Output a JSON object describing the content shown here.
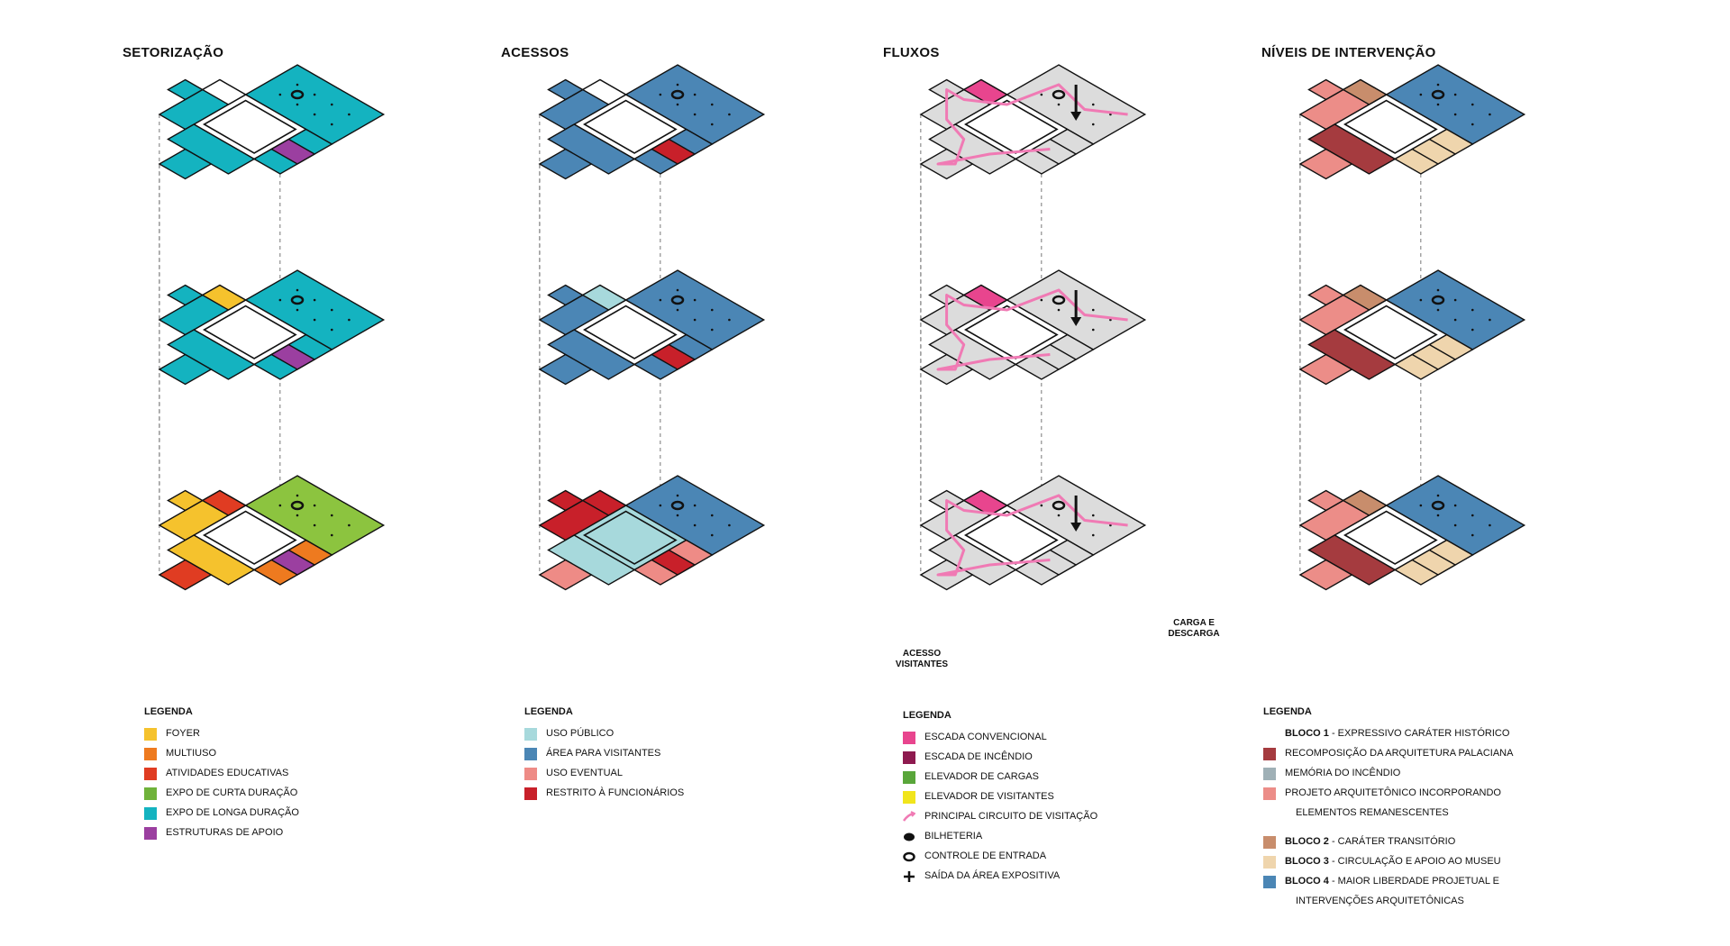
{
  "columns": [
    {
      "id": "setorizacao",
      "title": "SETORIZAÇÃO",
      "legend_title": "LEGENDA",
      "legend": [
        {
          "label": "FOYER",
          "color": "#f5c22d"
        },
        {
          "label": "MULTIUSO",
          "color": "#ee7a1f"
        },
        {
          "label": "ATIVIDADES EDUCATIVAS",
          "color": "#e03c22"
        },
        {
          "label": "EXPO DE CURTA DURAÇÃO",
          "color": "#6fb23a"
        },
        {
          "label": "EXPO DE LONGA DURAÇÃO",
          "color": "#14b3c0"
        },
        {
          "label": "ESTRUTURAS DE APOIO",
          "color": "#9b3fa0"
        }
      ]
    },
    {
      "id": "acessos",
      "title": "ACESSOS",
      "legend_title": "LEGENDA",
      "legend": [
        {
          "label": "USO PÚBLICO",
          "color": "#a7d9dc"
        },
        {
          "label": "ÁREA PARA VISITANTES",
          "color": "#4b86b5"
        },
        {
          "label": "USO EVENTUAL",
          "color": "#ee8b86"
        },
        {
          "label": "RESTRITO À FUNCIONÁRIOS",
          "color": "#c8202a"
        }
      ]
    },
    {
      "id": "fluxos",
      "title": "FLUXOS",
      "legend_title": "LEGENDA",
      "legend": [
        {
          "label": "ESCADA CONVENCIONAL",
          "color": "#e8458e",
          "icon": "square"
        },
        {
          "label": "ESCADA DE INCÊNDIO",
          "color": "#8e1a4f",
          "icon": "square"
        },
        {
          "label": "ELEVADOR DE CARGAS",
          "color": "#59a63a",
          "icon": "square"
        },
        {
          "label": "ELEVADOR DE VISITANTES",
          "color": "#f1e51c",
          "icon": "square"
        },
        {
          "label": "PRINCIPAL CIRCUITO DE VISITAÇÃO",
          "color": "#f07ab4",
          "icon": "path-arrow-icon"
        },
        {
          "label": "BILHETERIA",
          "color": "#111111",
          "icon": "ticket-dot-icon"
        },
        {
          "label": "CONTROLE DE ENTRADA",
          "color": "#111111",
          "icon": "entry-ring-icon"
        },
        {
          "label": "SAÍDA DA ÁREA EXPOSITIVA",
          "color": "#111111",
          "icon": "exit-cross-icon"
        }
      ],
      "callouts": {
        "acesso": "ACESSO\nVISITANTES",
        "carga": "CARGA E\nDESCARGA"
      }
    },
    {
      "id": "niveis",
      "title": "NÍVEIS DE INTERVENÇÃO",
      "legend_title": "LEGENDA",
      "legend": [
        {
          "bold": "BLOCO 1",
          "label": " - EXPRESSIVO CARÁTER HISTÓRICO",
          "color": null
        },
        {
          "label": "RECOMPOSIÇÃO DA ARQUITETURA PALACIANA",
          "color": "#a53b3f"
        },
        {
          "label": "MEMÓRIA DO INCÊNDIO",
          "color": "#9fb0b6"
        },
        {
          "label": "PROJETO ARQUITETÔNICO INCORPORANDO",
          "color": "#ec8d88"
        },
        {
          "label": "ELEMENTOS REMANESCENTES",
          "color": null,
          "indent": true
        },
        {
          "spacer": true
        },
        {
          "bold": "BLOCO 2",
          "label": " - CARÁTER TRANSITÓRIO",
          "color": "#c88d6c"
        },
        {
          "bold": "BLOCO 3",
          "label": " - CIRCULAÇÃO E APOIO AO MUSEU",
          "color": "#efd5ad"
        },
        {
          "bold": "BLOCO 4",
          "label": " - MAIOR LIBERDADE PROJETUAL E",
          "color": "#4b86b5"
        },
        {
          "label": "INTERVENÇÕES ARQUITETÔNICAS",
          "color": null,
          "indent": true
        }
      ]
    }
  ],
  "palettes": {
    "setorizacao": {
      "top": {
        "big": "#14b3c0",
        "main": "#ffffff",
        "left": "#14b3c0",
        "mid": "#14b3c0",
        "right": "#14b3c0",
        "bottom": "#14b3c0",
        "support": "#9b3fa0",
        "accent": "#ffffff"
      },
      "middle": {
        "big": "#14b3c0",
        "main": "#ffffff",
        "left": "#14b3c0",
        "mid": "#14b3c0",
        "right": "#14b3c0",
        "bottom": "#14b3c0",
        "support": "#9b3fa0",
        "accent": "#f5c22d"
      },
      "ground": {
        "big": "#8cc43f",
        "main": "#ffffff",
        "left": "#f5c22d",
        "mid": "#f5c22d",
        "right": "#ee7a1f",
        "bottom": "#e03c22",
        "support": "#9b3fa0",
        "accent": "#e03c22"
      }
    },
    "acessos": {
      "top": {
        "big": "#4b86b5",
        "main": "#ffffff",
        "left": "#4b86b5",
        "mid": "#4b86b5",
        "right": "#4b86b5",
        "bottom": "#4b86b5",
        "support": "#c8202a",
        "accent": "#ffffff"
      },
      "middle": {
        "big": "#4b86b5",
        "main": "#ffffff",
        "left": "#4b86b5",
        "mid": "#4b86b5",
        "right": "#4b86b5",
        "bottom": "#4b86b5",
        "support": "#c8202a",
        "accent": "#a7d9dc"
      },
      "ground": {
        "big": "#4b86b5",
        "main": "#a7d9dc",
        "left": "#c8202a",
        "mid": "#a7d9dc",
        "right": "#ee8b86",
        "bottom": "#ee8b86",
        "support": "#c8202a",
        "accent": "#c8202a"
      }
    },
    "fluxos": {
      "top": {
        "big": "#dcdcdc",
        "main": "#ffffff",
        "left": "#dcdcdc",
        "mid": "#dcdcdc",
        "right": "#dcdcdc",
        "bottom": "#dcdcdc",
        "support": "#dcdcdc",
        "accent": "#e8458e"
      },
      "middle": {
        "big": "#dcdcdc",
        "main": "#ffffff",
        "left": "#dcdcdc",
        "mid": "#dcdcdc",
        "right": "#dcdcdc",
        "bottom": "#dcdcdc",
        "support": "#dcdcdc",
        "accent": "#e8458e"
      },
      "ground": {
        "big": "#dcdcdc",
        "main": "#ffffff",
        "left": "#dcdcdc",
        "mid": "#dcdcdc",
        "right": "#dcdcdc",
        "bottom": "#dcdcdc",
        "support": "#dcdcdc",
        "accent": "#e8458e"
      }
    },
    "niveis": {
      "top": {
        "big": "#4b86b5",
        "main": "#ffffff",
        "left": "#ec8d88",
        "mid": "#a53b3f",
        "right": "#efd5ad",
        "bottom": "#ec8d88",
        "support": "#efd5ad",
        "accent": "#c88d6c"
      },
      "middle": {
        "big": "#4b86b5",
        "main": "#ffffff",
        "left": "#ec8d88",
        "mid": "#a53b3f",
        "right": "#efd5ad",
        "bottom": "#ec8d88",
        "support": "#efd5ad",
        "accent": "#c88d6c"
      },
      "ground": {
        "big": "#4b86b5",
        "main": "#ffffff",
        "left": "#ec8d88",
        "mid": "#a53b3f",
        "right": "#efd5ad",
        "bottom": "#ec8d88",
        "support": "#efd5ad",
        "accent": "#c88d6c"
      }
    }
  }
}
